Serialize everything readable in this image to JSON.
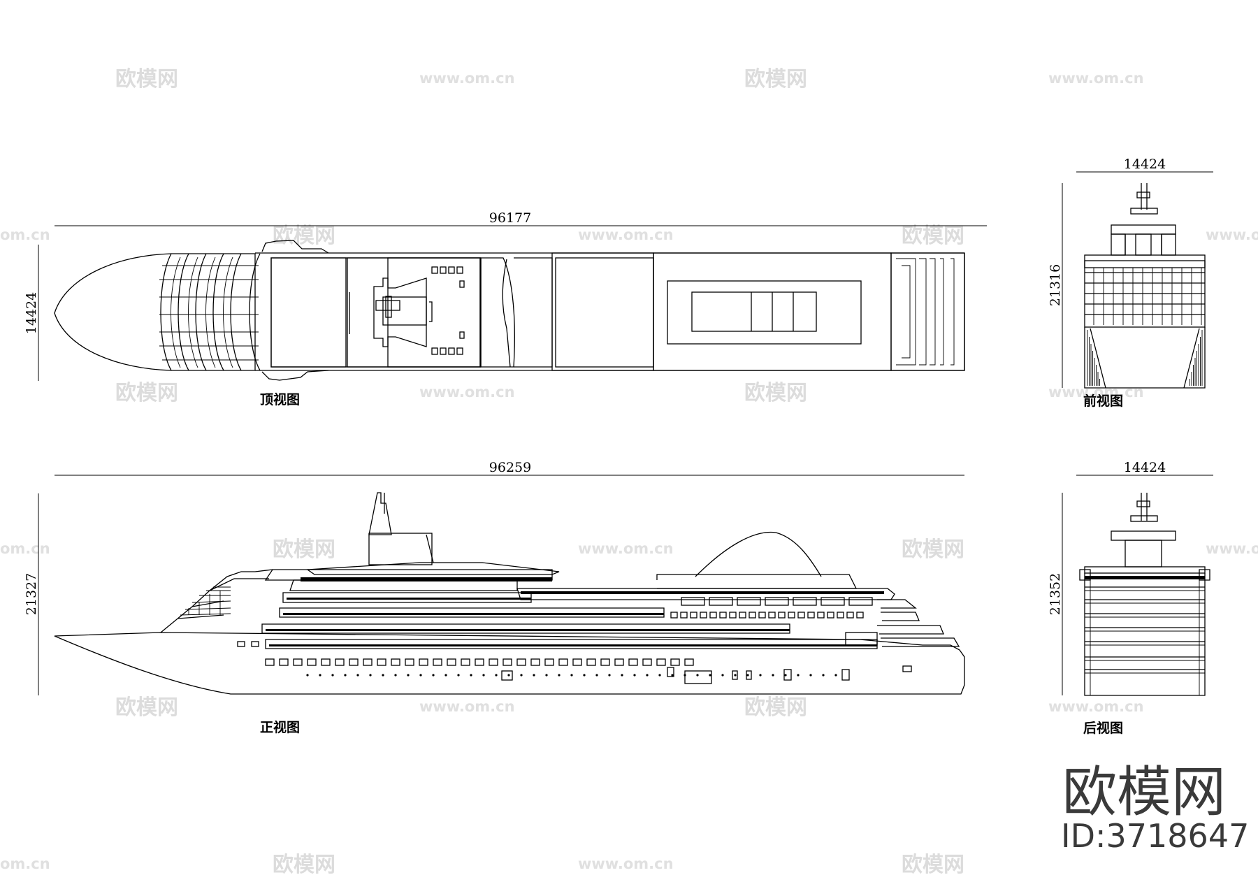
{
  "views": {
    "top": {
      "label": "顶视图",
      "length_dim": "96177",
      "width_dim": "14424"
    },
    "side": {
      "label": "正视图",
      "length_dim": "96259",
      "height_dim": "21327"
    },
    "front": {
      "label": "前视图",
      "width_dim": "14424",
      "height_dim": "21316"
    },
    "rear": {
      "label": "后视图",
      "width_dim": "14424",
      "height_dim": "21352"
    }
  },
  "watermark": {
    "logo_text": "欧模网",
    "url_text": "www.om.cn",
    "url_text_short": "om.cn"
  },
  "brand": {
    "name": "欧模网",
    "id_text": "ID:3718647"
  }
}
